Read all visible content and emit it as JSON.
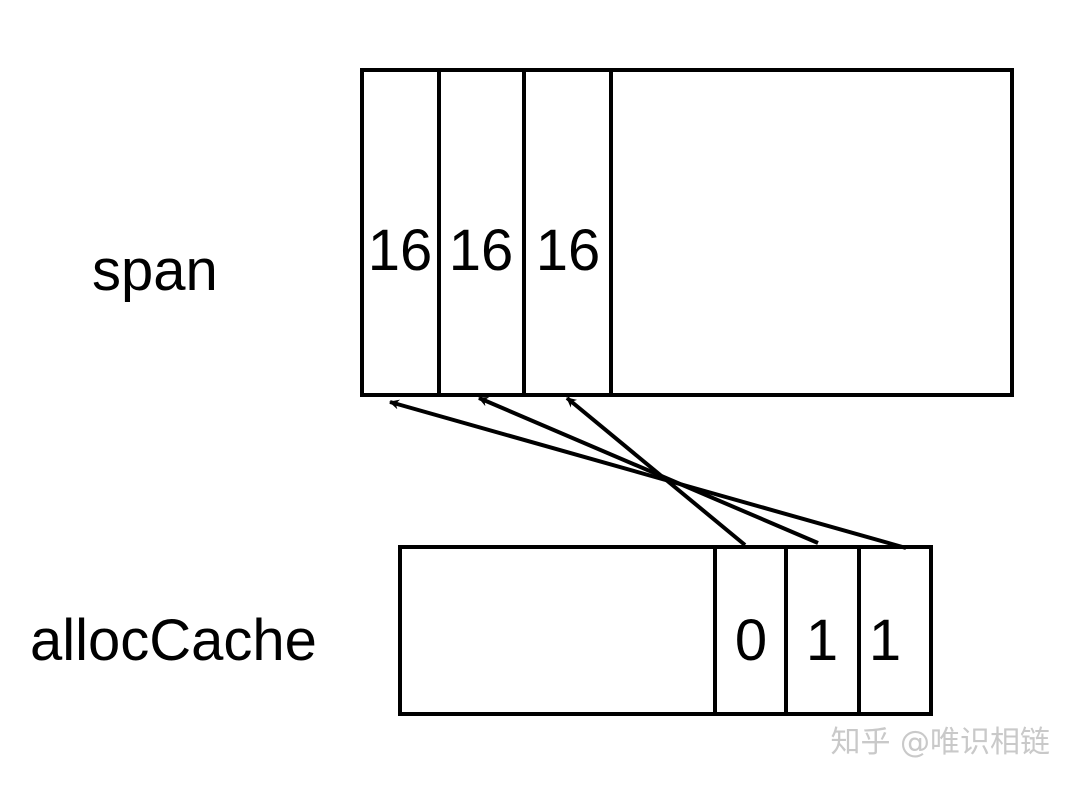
{
  "labels": {
    "span": "span",
    "alloc_cache": "allocCache"
  },
  "span": {
    "cells": [
      "16",
      "16",
      "16"
    ]
  },
  "alloc_cache": {
    "bits": [
      "0",
      "1",
      "1"
    ]
  },
  "watermark": "知乎 @唯识相链",
  "colors": {
    "stroke": "#000000",
    "watermark": "#c9c9c9"
  }
}
